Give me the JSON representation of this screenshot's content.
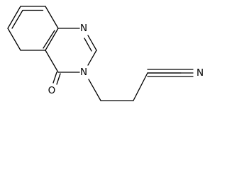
{
  "molecule": {
    "atoms": [
      {
        "id": "n1",
        "label": "N"
      },
      {
        "id": "n3",
        "label": "N"
      },
      {
        "id": "o4",
        "label": "O"
      },
      {
        "id": "n_nitrile",
        "label": "N"
      }
    ]
  },
  "colors": {
    "bond": "#000000",
    "label": "#000000",
    "background": "#ffffff"
  }
}
